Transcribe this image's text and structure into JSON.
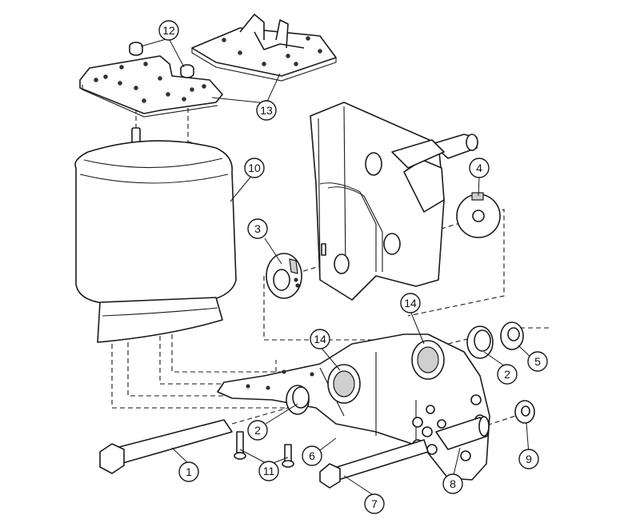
{
  "callouts": [
    {
      "id": "c1",
      "label": "1"
    },
    {
      "id": "c2a",
      "label": "2"
    },
    {
      "id": "c2b",
      "label": "2"
    },
    {
      "id": "c3",
      "label": "3"
    },
    {
      "id": "c4",
      "label": "4"
    },
    {
      "id": "c5",
      "label": "5"
    },
    {
      "id": "c6",
      "label": "6"
    },
    {
      "id": "c7",
      "label": "7"
    },
    {
      "id": "c8",
      "label": "8"
    },
    {
      "id": "c9",
      "label": "9"
    },
    {
      "id": "c10",
      "label": "10"
    },
    {
      "id": "c11",
      "label": "11"
    },
    {
      "id": "c12",
      "label": "12"
    },
    {
      "id": "c13",
      "label": "13"
    },
    {
      "id": "c14a",
      "label": "14"
    },
    {
      "id": "c14b",
      "label": "14"
    }
  ]
}
